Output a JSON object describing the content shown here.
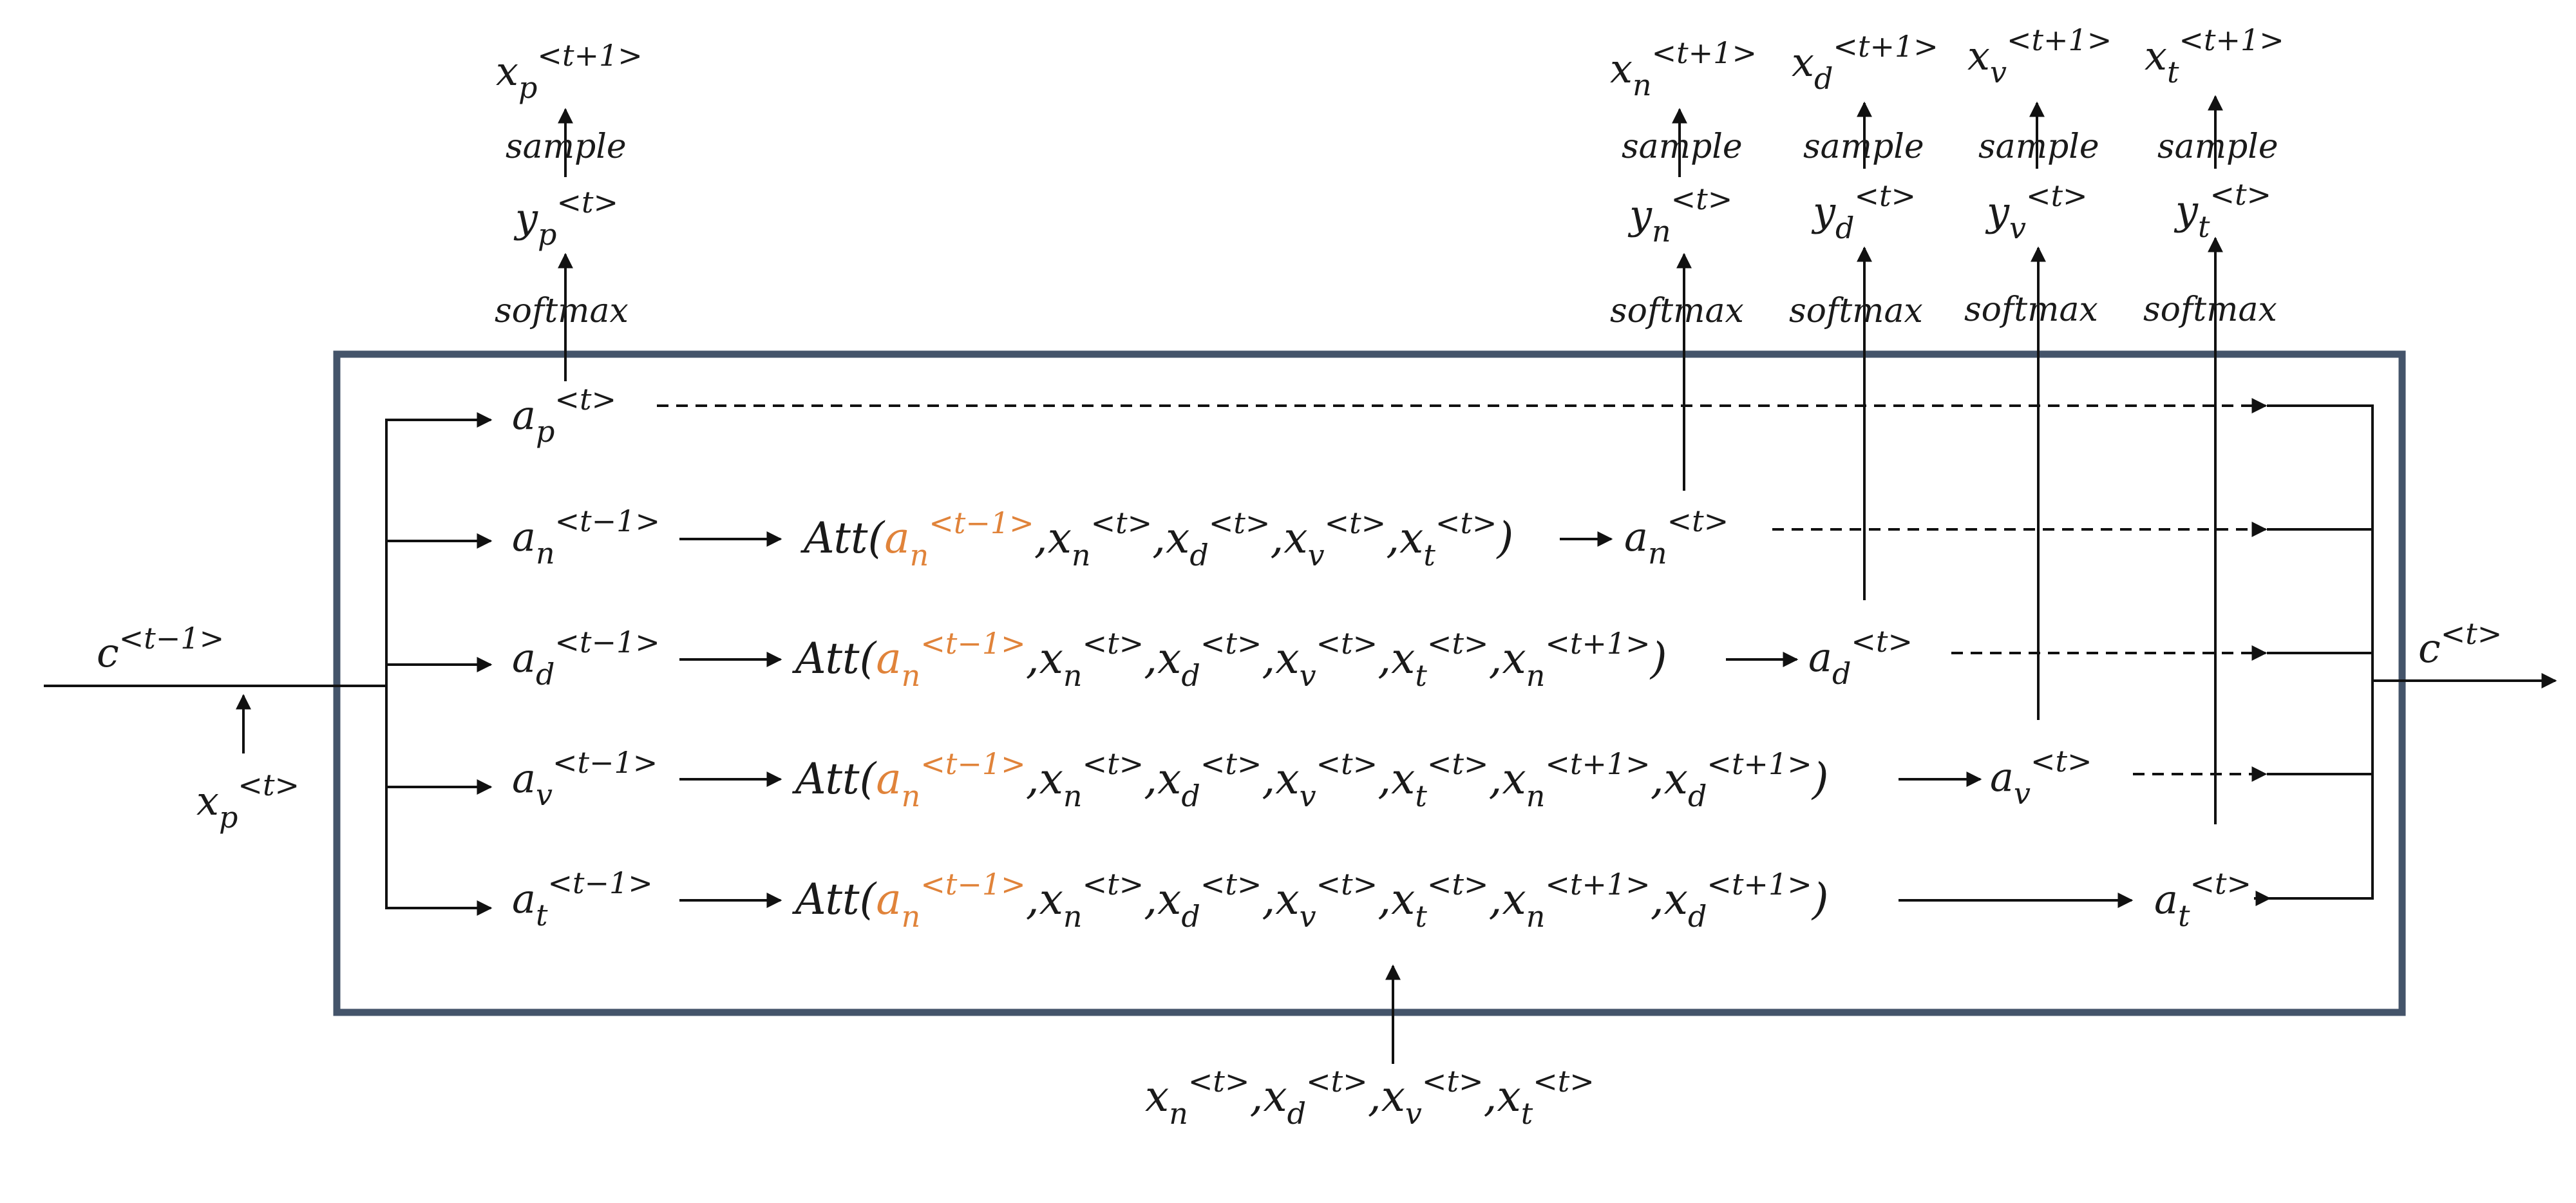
{
  "labels": {
    "sample": "sample",
    "softmax": "softmax",
    "att": "Att",
    "comma": ",",
    "open_paren": "(",
    "close_paren": ")"
  },
  "vars": {
    "x": "x",
    "y": "y",
    "a": "a",
    "c": "c"
  },
  "subscripts": {
    "p": "p",
    "n": "n",
    "d": "d",
    "v": "v",
    "t": "t"
  },
  "superscripts": {
    "t": "<t>",
    "t_minus_1": "<t−1>",
    "t_plus_1": "<t+1>"
  },
  "colors": {
    "highlight": "#e0833a",
    "frame": "#44546a",
    "ink": "#111111"
  }
}
